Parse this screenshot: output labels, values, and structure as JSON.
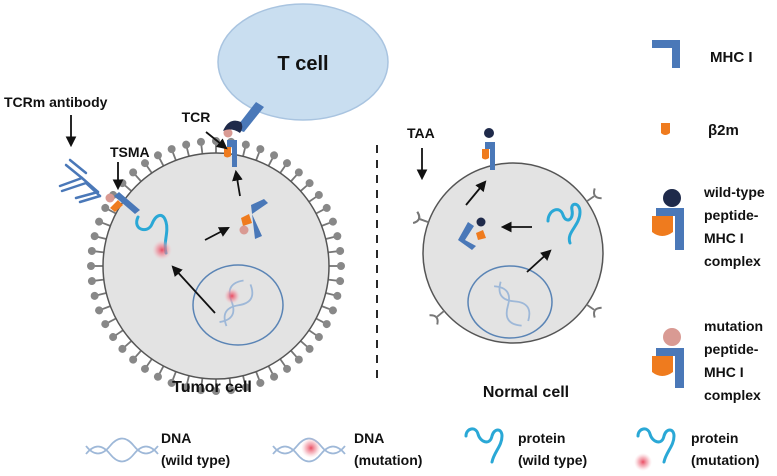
{
  "labels": {
    "t_cell": "T cell",
    "tcr": "TCR",
    "tcrm_antibody": "TCRm antibody",
    "tsma": "TSMA",
    "taa": "TAA",
    "tumor_cell": "Tumor cell",
    "normal_cell": "Normal cell"
  },
  "legend": {
    "mhc": "MHC I",
    "b2m": "β2m",
    "wt_complex": [
      "wild-type",
      "peptide-",
      "MHC I",
      "complex"
    ],
    "mut_complex": [
      "mutation",
      "peptide-",
      "MHC I",
      "complex"
    ]
  },
  "bottom_legend": {
    "dna_wt": [
      "DNA",
      "(wild type)"
    ],
    "dna_mut": [
      "DNA",
      "(mutation)"
    ],
    "protein_wt": [
      "protein",
      "(wild type)"
    ],
    "protein_mut": [
      "protein",
      "(mutation)"
    ]
  },
  "colors": {
    "cell_fill": "#e3e3e3",
    "cell_stroke": "#555555",
    "t_cell_fill": "#c9def0",
    "mhc_blue": "#4a78b8",
    "b2m_orange": "#ef7b1e",
    "peptide_dark": "#1f2a4a",
    "mutation_pink": "#d99a93",
    "protein_cyan": "#2aa8d6",
    "mutation_glow": "#e8435a",
    "nucleus_stroke": "#5a84b5",
    "dna_blue": "#9eb8d8"
  }
}
